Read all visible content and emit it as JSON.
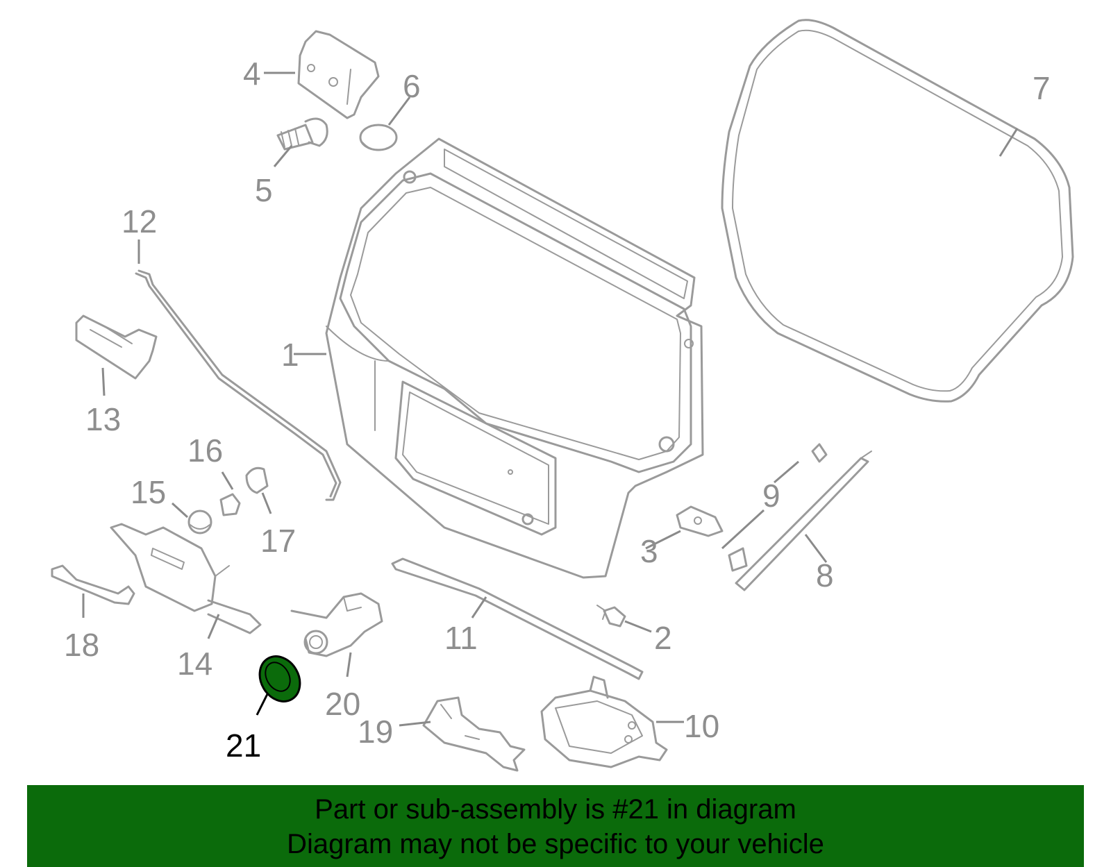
{
  "diagram": {
    "callouts": [
      {
        "id": "1",
        "label": "1"
      },
      {
        "id": "2",
        "label": "2"
      },
      {
        "id": "3",
        "label": "3"
      },
      {
        "id": "4",
        "label": "4"
      },
      {
        "id": "5",
        "label": "5"
      },
      {
        "id": "6",
        "label": "6"
      },
      {
        "id": "7",
        "label": "7"
      },
      {
        "id": "8",
        "label": "8"
      },
      {
        "id": "9",
        "label": "9"
      },
      {
        "id": "10",
        "label": "10"
      },
      {
        "id": "11",
        "label": "11"
      },
      {
        "id": "12",
        "label": "12"
      },
      {
        "id": "13",
        "label": "13"
      },
      {
        "id": "14",
        "label": "14"
      },
      {
        "id": "15",
        "label": "15"
      },
      {
        "id": "16",
        "label": "16"
      },
      {
        "id": "17",
        "label": "17"
      },
      {
        "id": "18",
        "label": "18"
      },
      {
        "id": "19",
        "label": "19"
      },
      {
        "id": "20",
        "label": "20"
      },
      {
        "id": "21",
        "label": "21"
      }
    ],
    "highlighted_part": "21",
    "highlight_color": "#0b6b0b",
    "part_color": "#9a9a9a"
  },
  "banner": {
    "line1": "Part or sub-assembly is #21 in diagram",
    "line2": "Diagram may not be specific to your vehicle",
    "background": "#0b6b0b"
  }
}
